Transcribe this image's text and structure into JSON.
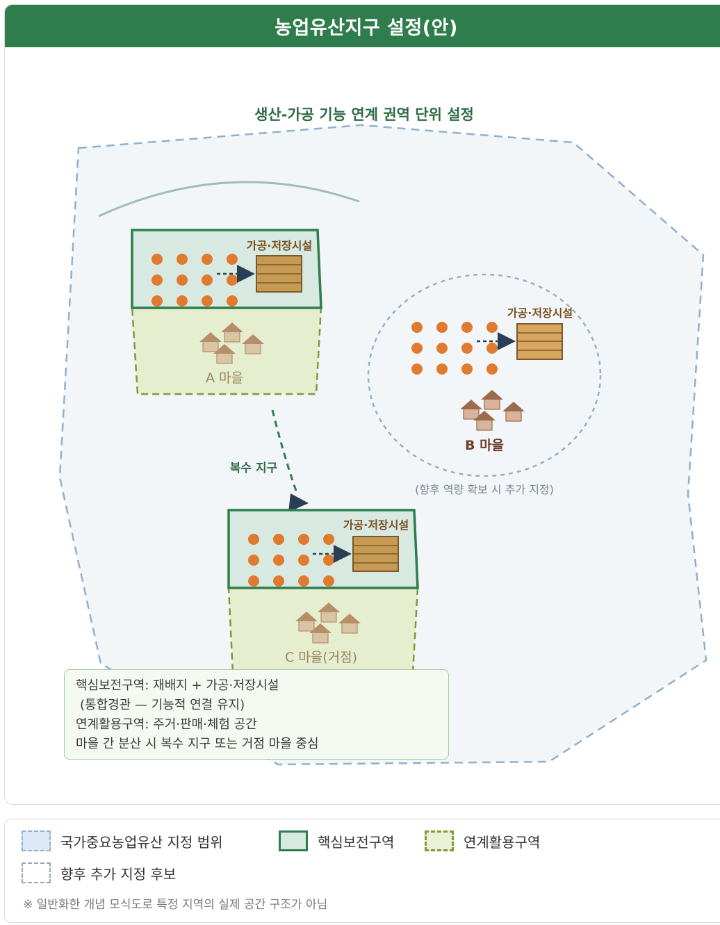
{
  "header": {
    "title": "농업유산지구 설정(안)"
  },
  "diagram": {
    "region_title": "생산-가공 기능 연계 권역 단위 설정",
    "districts": [
      {
        "facility_label": "가공·저장시설",
        "village_label": "A 마을"
      },
      {
        "facility_label": "가공·저장시설",
        "village_label": "C 마을(거점)"
      }
    ],
    "future_district": {
      "facility_label": "가공·저장시설",
      "village_label": "B 마을",
      "caption": "(향후 역량 확보 시 추가 지정)"
    },
    "connector_label": "복수 지구"
  },
  "info_box": {
    "lines": [
      "핵심보전구역: 재배지 + 가공·저장시설",
      "(통합경관 — 기능적 연결 유지)",
      "연계활용구역: 주거·판매·체험 공간",
      "마을 간 분산 시 복수 지구 또는 거점 마을 중심"
    ]
  },
  "legend": {
    "items": [
      {
        "label": "국가중요농업유산 지정 범위"
      },
      {
        "label": "핵심보전구역"
      },
      {
        "label": "연계활용구역"
      },
      {
        "label": "향후 추가 지정 후보"
      }
    ],
    "note": "※ 일반화한 개념 모식도로 특정 지역의 실제 공간 구조가 아님"
  },
  "colors": {
    "header_green": "#2f7d4c",
    "core_zone_fill": "#d7e9e0",
    "link_zone_fill": "#e6eed0",
    "scope_boundary": "#8fb0cf",
    "crop_dot": "#e07a2f",
    "storage_box": "#c79a54",
    "house": "#b58f6a",
    "house_dark": "#9a6b4c",
    "arrow": "#2a3f55"
  },
  "icons": [
    "crop-dot-icon",
    "arrow-right-icon",
    "storage-box-icon",
    "house-icon",
    "arrow-down-icon"
  ]
}
